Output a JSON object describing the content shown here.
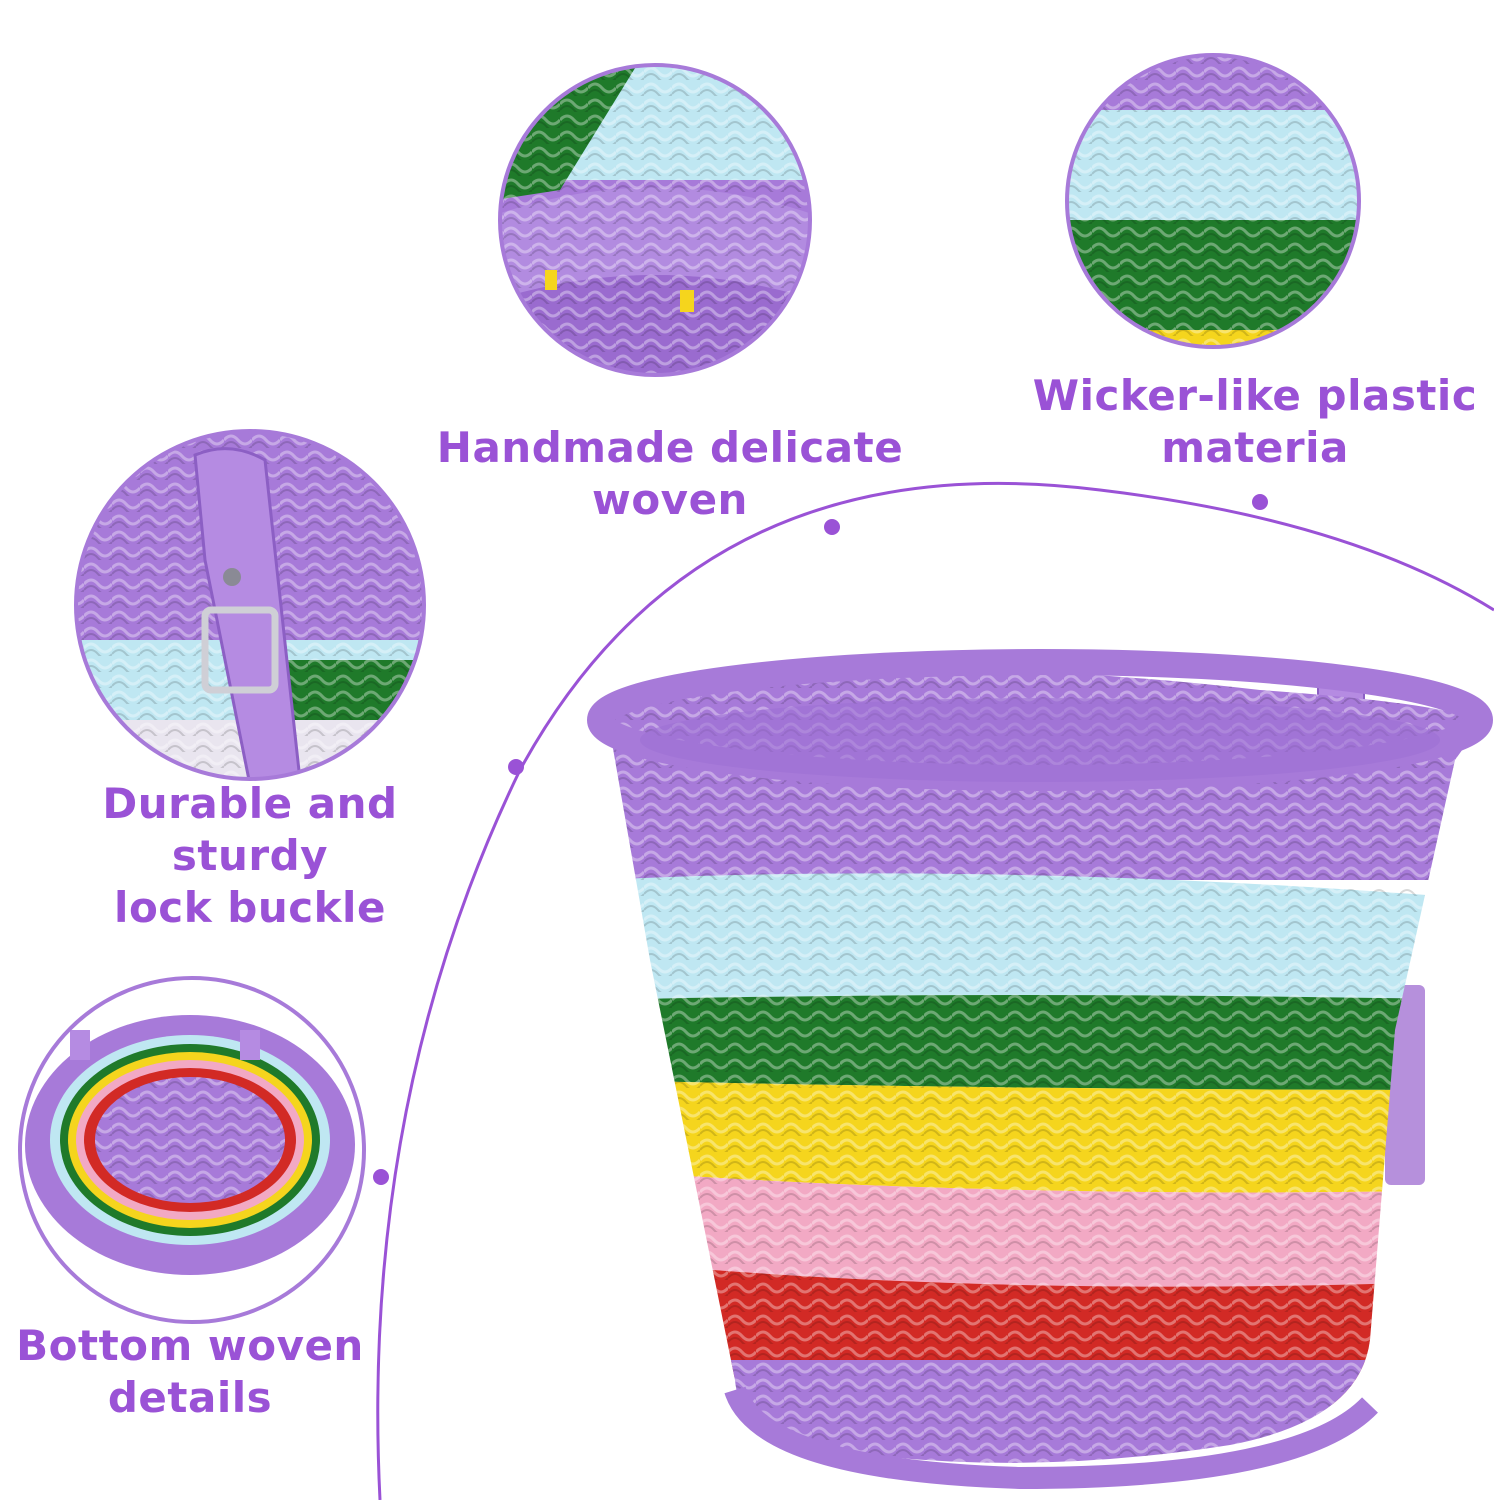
{
  "captions": {
    "woven": {
      "line1": "Handmade delicate",
      "line2": "woven"
    },
    "wicker": {
      "line1": "Wicker-like plastic",
      "line2": "materia"
    },
    "buckle": {
      "line1": "Durable and sturdy",
      "line2": "lock buckle"
    },
    "bottom": {
      "line1": "Bottom woven",
      "line2": "details"
    }
  },
  "colors": {
    "accent_purple": "#9a52d6",
    "basket_purple": "#a77ad9",
    "light_blue": "#bfe7f2",
    "green": "#1f7a2a",
    "yellow": "#f5d51d",
    "pink": "#f2a9c4",
    "red": "#d22a25"
  }
}
